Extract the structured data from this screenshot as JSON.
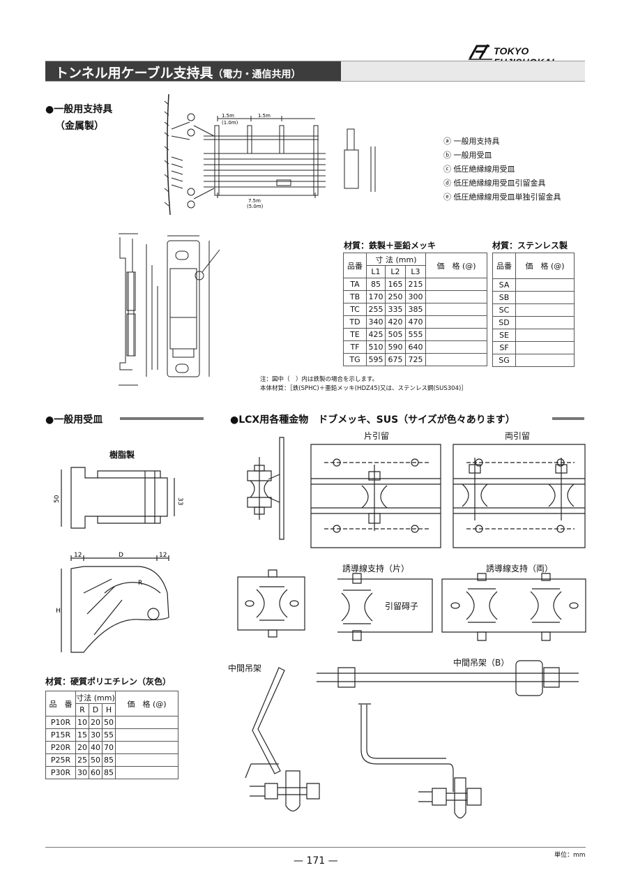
{
  "header": {
    "logo_text": "TOKYO FUJISHOKAI",
    "title_main": "トンネル用ケーブル支持具",
    "title_sub": "（電力・通信共用）"
  },
  "section1": {
    "heading_line1": "●一般用支持具",
    "heading_line2": "（金属製）",
    "dims": [
      "1.5m",
      "(1.0m)",
      "1.5m",
      "7.5m",
      "(5.0m)"
    ],
    "legend": [
      "ⓐ 一般用支持具",
      "ⓑ 一般用受皿",
      "ⓒ 低圧絶縁線用受皿",
      "ⓓ 低圧絶縁線用受皿引留金具",
      "ⓔ 低圧絶縁線用受皿単独引留金具"
    ],
    "table_iron_caption": "材質：鉄製＋亜鉛メッキ",
    "table_sus_caption": "材質：ステンレス製",
    "table_iron_headers": {
      "code": "品番",
      "dims": "寸 法 (mm)",
      "l1": "L1",
      "l2": "L2",
      "l3": "L3",
      "price": "価　格 (@)"
    },
    "table_sus_headers": {
      "code": "品番",
      "price": "価　格 (@)"
    },
    "rows": [
      {
        "code": "TA",
        "l1": "85",
        "l2": "165",
        "l3": "215",
        "sus": "SA"
      },
      {
        "code": "TB",
        "l1": "170",
        "l2": "250",
        "l3": "300",
        "sus": "SB"
      },
      {
        "code": "TC",
        "l1": "255",
        "l2": "335",
        "l3": "385",
        "sus": "SC"
      },
      {
        "code": "TD",
        "l1": "340",
        "l2": "420",
        "l3": "470",
        "sus": "SD"
      },
      {
        "code": "TE",
        "l1": "425",
        "l2": "505",
        "l3": "555",
        "sus": "SE"
      },
      {
        "code": "TF",
        "l1": "510",
        "l2": "590",
        "l3": "640",
        "sus": "SF"
      },
      {
        "code": "TG",
        "l1": "595",
        "l2": "675",
        "l3": "725",
        "sus": "SG"
      }
    ],
    "note1": "注：図中（　）内は鉄製の場合を示します。",
    "note2": "本体材質：［鉄(SPHC)＋亜鉛メッキ(HDZ45)又は、ステンレス鋼(SUS304)］"
  },
  "section2": {
    "heading": "●一般用受皿",
    "resin_label": "樹脂製",
    "dim_labels": {
      "w50": "50",
      "w33": "33",
      "d12a": "12",
      "dd": "D",
      "d12b": "12",
      "r": "R",
      "h": "H"
    },
    "table_caption": "材質：硬質ポリエチレン（灰色）",
    "headers": {
      "code": "品　番",
      "dims": "寸法 (mm)",
      "r": "R",
      "d": "D",
      "h": "H",
      "price": "価　格 (@)"
    },
    "rows": [
      {
        "code": "P10R",
        "r": "10",
        "d": "20",
        "h": "50"
      },
      {
        "code": "P15R",
        "r": "15",
        "d": "30",
        "h": "55"
      },
      {
        "code": "P20R",
        "r": "20",
        "d": "40",
        "h": "70"
      },
      {
        "code": "P25R",
        "r": "25",
        "d": "50",
        "h": "85"
      },
      {
        "code": "P30R",
        "r": "30",
        "d": "60",
        "h": "85"
      }
    ]
  },
  "section3": {
    "heading": "●LCX用各種金物　ドブメッキ、SUS（サイズが色々あります）",
    "labels": {
      "katabiki": "片引留",
      "ryobiki": "両引留",
      "yudo_kata": "誘導線支持（片）",
      "yudo_ryo": "誘導線支持（両）",
      "hikidome": "引留碍子",
      "chukan": "中間吊架",
      "chukan_b": "中間吊架（B）"
    }
  },
  "footer": {
    "page": "— 171 —",
    "unit": "単位：mm"
  }
}
